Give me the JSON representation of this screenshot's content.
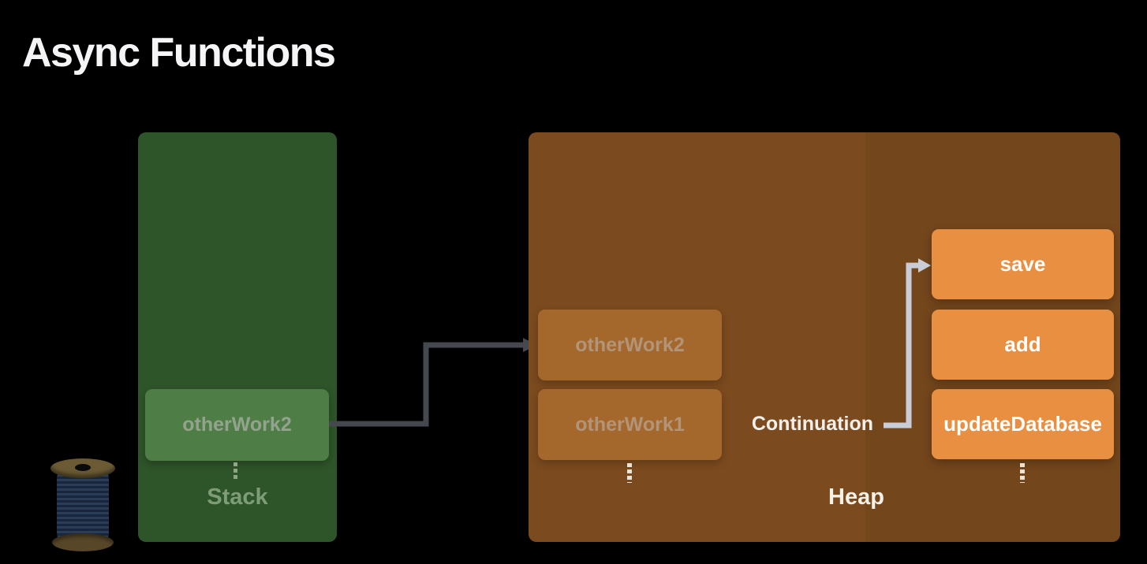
{
  "title": "Async Functions",
  "stack": {
    "label": "Stack",
    "frames": [
      {
        "label": "otherWork2"
      }
    ]
  },
  "heap": {
    "label": "Heap",
    "continuation_label": "Continuation",
    "dimmed_boxes": [
      {
        "label": "otherWork2"
      },
      {
        "label": "otherWork1"
      }
    ],
    "bright_boxes": [
      {
        "label": "save"
      },
      {
        "label": "add"
      },
      {
        "label": "updateDatabase"
      }
    ]
  },
  "icons": {
    "spool": "thread-spool-icon"
  },
  "colors": {
    "background": "#000000",
    "title_text": "#f5f5f7",
    "stack_fill": "#2e5429",
    "stack_frame_fill": "#4e7d46",
    "stack_text": "#94a38d",
    "stack_label_text": "#7f9c78",
    "heap_fill": "#7b4a1e",
    "heap_box_fill": "#a5682c",
    "heap_box_text": "#b29479",
    "task_box_fill": "#e88f41",
    "task_box_text": "#ffffff",
    "dark_arrow": "#45484e",
    "light_arrow": "#c8cdd7",
    "spool_cap": "#6b5a33",
    "spool_thread": "#2b3c57"
  }
}
